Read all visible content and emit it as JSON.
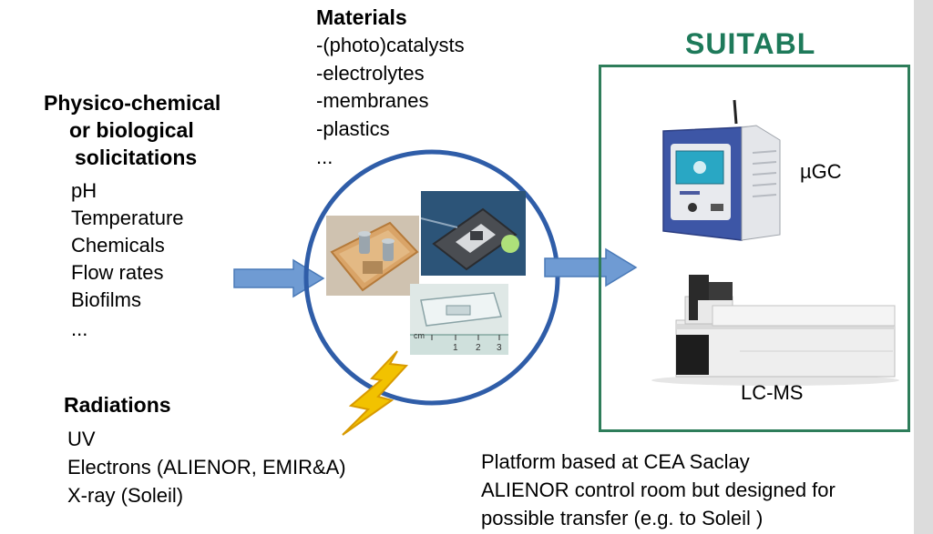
{
  "solicitations": {
    "heading_lines": [
      "Physico-chemical",
      "or biological",
      "solicitations"
    ],
    "items": [
      "pH",
      "Temperature",
      "Chemicals",
      "Flow rates",
      "Biofilms",
      "..."
    ]
  },
  "materials": {
    "heading": "Materials",
    "items": [
      "-(photo)catalysts",
      "-electrolytes",
      "-membranes",
      "-plastics",
      "..."
    ]
  },
  "radiations": {
    "heading": "Radiations",
    "items": [
      "UV",
      "Electrons (ALIENOR, EMIR&A)",
      "X-ray (Soleil)"
    ]
  },
  "suitabl": {
    "title": "SUITABL",
    "ugc_label": "µGC",
    "lcms_label": "LC-MS"
  },
  "platform": {
    "lines": [
      "Platform based at CEA Saclay",
      "ALIENOR control room but designed for",
      "possible transfer  (e.g. to Soleil )"
    ]
  },
  "ruler_labels": [
    "cm",
    "1",
    "2",
    "3"
  ],
  "colors": {
    "circle": "#2f5da8",
    "arrow": "#6f9bd3",
    "suitabl_green": "#1e7a5a",
    "lightning": "#f2c200"
  }
}
